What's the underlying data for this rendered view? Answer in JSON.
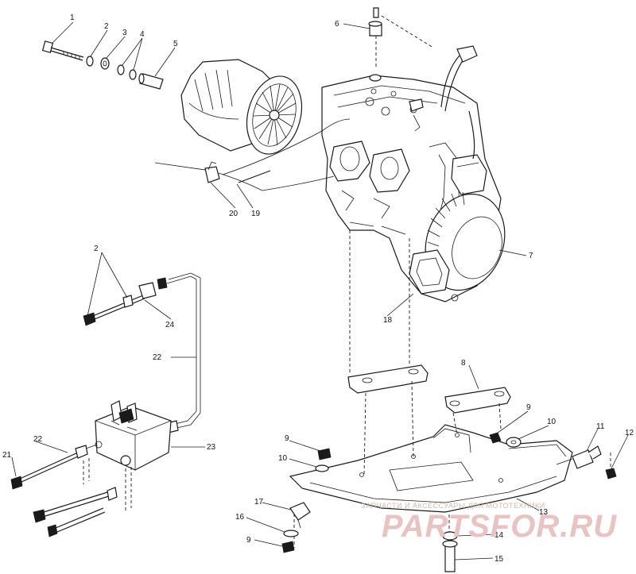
{
  "callouts": [
    {
      "id": "c1",
      "text": "1"
    },
    {
      "id": "c2",
      "text": "2"
    },
    {
      "id": "c3",
      "text": "3"
    },
    {
      "id": "c4",
      "text": "4"
    },
    {
      "id": "c5",
      "text": "5"
    },
    {
      "id": "c6",
      "text": "6"
    },
    {
      "id": "c7",
      "text": "7"
    },
    {
      "id": "c8",
      "text": "8"
    },
    {
      "id": "c9a",
      "text": "9"
    },
    {
      "id": "c10a",
      "text": "10"
    },
    {
      "id": "c11",
      "text": "11"
    },
    {
      "id": "c12",
      "text": "12"
    },
    {
      "id": "c13",
      "text": "13"
    },
    {
      "id": "c14",
      "text": "14"
    },
    {
      "id": "c15",
      "text": "15"
    },
    {
      "id": "c18",
      "text": "18"
    },
    {
      "id": "c19",
      "text": "19"
    },
    {
      "id": "c20",
      "text": "20"
    },
    {
      "id": "c2b",
      "text": "2"
    },
    {
      "id": "c24",
      "text": "24"
    },
    {
      "id": "c22a",
      "text": "22"
    },
    {
      "id": "c22b",
      "text": "22"
    },
    {
      "id": "c21",
      "text": "21"
    },
    {
      "id": "c23",
      "text": "23"
    },
    {
      "id": "c9b",
      "text": "9"
    },
    {
      "id": "c10b",
      "text": "10"
    },
    {
      "id": "c17",
      "text": "17"
    },
    {
      "id": "c16",
      "text": "16"
    },
    {
      "id": "c9c",
      "text": "9"
    }
  ],
  "watermark": {
    "tagline": "ЗАПЧАСТИ И АКСЕССУАРЫ ДЛЯ МОТОТЕХНИКИ",
    "logo": "PARTSFOR.RU"
  }
}
